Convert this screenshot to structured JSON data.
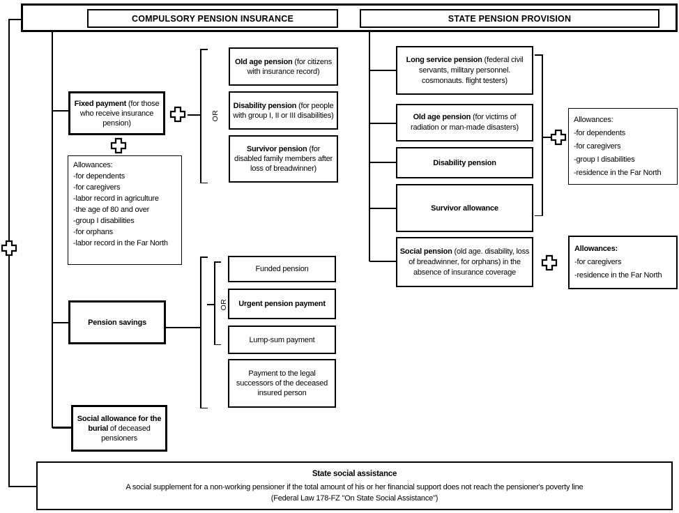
{
  "headers": {
    "left": "COMPULSORY PENSION INSURANCE",
    "right": "STATE PENSION PROVISION"
  },
  "or_label": "OR",
  "left_col": {
    "fixed_payment_title": "Fixed payment",
    "fixed_payment_desc": " (for those who receive insurance pension)",
    "allowances": {
      "title": "Allowances:",
      "items": [
        "-for dependents",
        "-for caregivers",
        "-labor record in agriculture",
        "-the age of 80 and over",
        "-group I disabilities",
        "-for orphans",
        "-labor record in the Far North"
      ]
    },
    "pension_savings": "Pension savings",
    "burial_title": "Social allowance for the burial",
    "burial_desc": " of deceased pensioners"
  },
  "insurance_pensions": {
    "old_age_title": "Old age pension",
    "old_age_desc": " (for citizens with insurance record)",
    "disability_title": "Disability pension",
    "disability_desc": " (for people with group I, II or III disabilities)",
    "survivor_title": "Survivor pension",
    "survivor_desc": " (for disabled family members after loss of breadwinner)"
  },
  "savings_payments": {
    "funded": "Funded pension",
    "urgent": "Urgent pension payment",
    "lump": "Lump-sum payment",
    "successors": "Payment to the legal successors of the deceased insured person"
  },
  "state_pensions": {
    "long_service_title": "Long service pension",
    "long_service_desc": " (federal civil servants, military personnel. cosmonauts. flight testers)",
    "old_age_title": "Old age pension",
    "old_age_desc": " (for victims of radiation or man-made disasters)",
    "disability": "Disability pension",
    "survivor": "Survivor allowance",
    "social_title": "Social pension",
    "social_desc": " (old age. disability, loss of breadwinner, for orphans) in the absence of insurance coverage"
  },
  "state_allowances_1": {
    "title": "Allowances:",
    "items": [
      "-for dependents",
      "-for caregivers",
      "-group I disabilities",
      "-residence in the Far North"
    ]
  },
  "state_allowances_2": {
    "title": "Allowances:",
    "items": [
      "-for caregivers",
      "-residence in the Far North"
    ]
  },
  "bottom": {
    "title": "State social assistance",
    "line1": "A social supplement for a non-working pensioner if the total amount of his or her financial support does not reach the pensioner's poverty line",
    "line2": "(Federal Law 178-FZ \"On State Social Assistance\")"
  }
}
